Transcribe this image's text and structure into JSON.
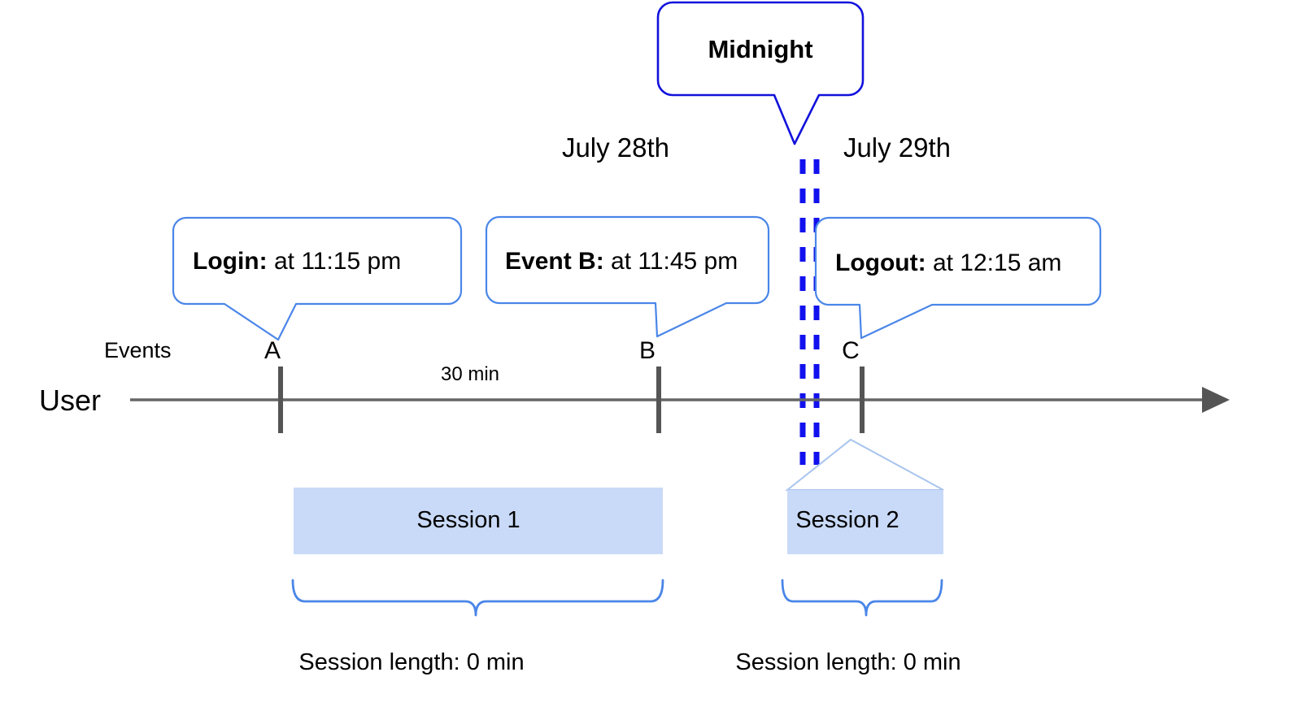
{
  "diagram": {
    "title_callout": "Midnight",
    "dates": [
      {
        "label": "July 28th"
      },
      {
        "label": "July 29th"
      }
    ],
    "lanes": {
      "events_label": "Events",
      "user_label": "User"
    },
    "callouts": [
      {
        "bold": "Login:",
        "rest": " at 11:15 pm"
      },
      {
        "bold": "Event B:",
        "rest": " at 11:45 pm"
      },
      {
        "bold": "Logout:",
        "rest": " at 12:15 am"
      }
    ],
    "markers": [
      {
        "label": "A"
      },
      {
        "label": "B"
      },
      {
        "label": "C"
      }
    ],
    "durations": [
      {
        "label": "30 min"
      }
    ],
    "sessions": [
      {
        "label": "Session 1",
        "length_label": "Session length: 0 min"
      },
      {
        "label": "Session 2",
        "length_label": "Session length: 0 min"
      }
    ],
    "colors": {
      "callout_border": "#4a86e8",
      "midnight_border": "#1111dd",
      "midnight_dash": "#1111ee",
      "session_fill": "#c9daf8",
      "session_edge": "#a8c4ee",
      "axis": "#666666",
      "marker": "#555555",
      "brace": "#4a86e8",
      "text": "#000000"
    }
  }
}
